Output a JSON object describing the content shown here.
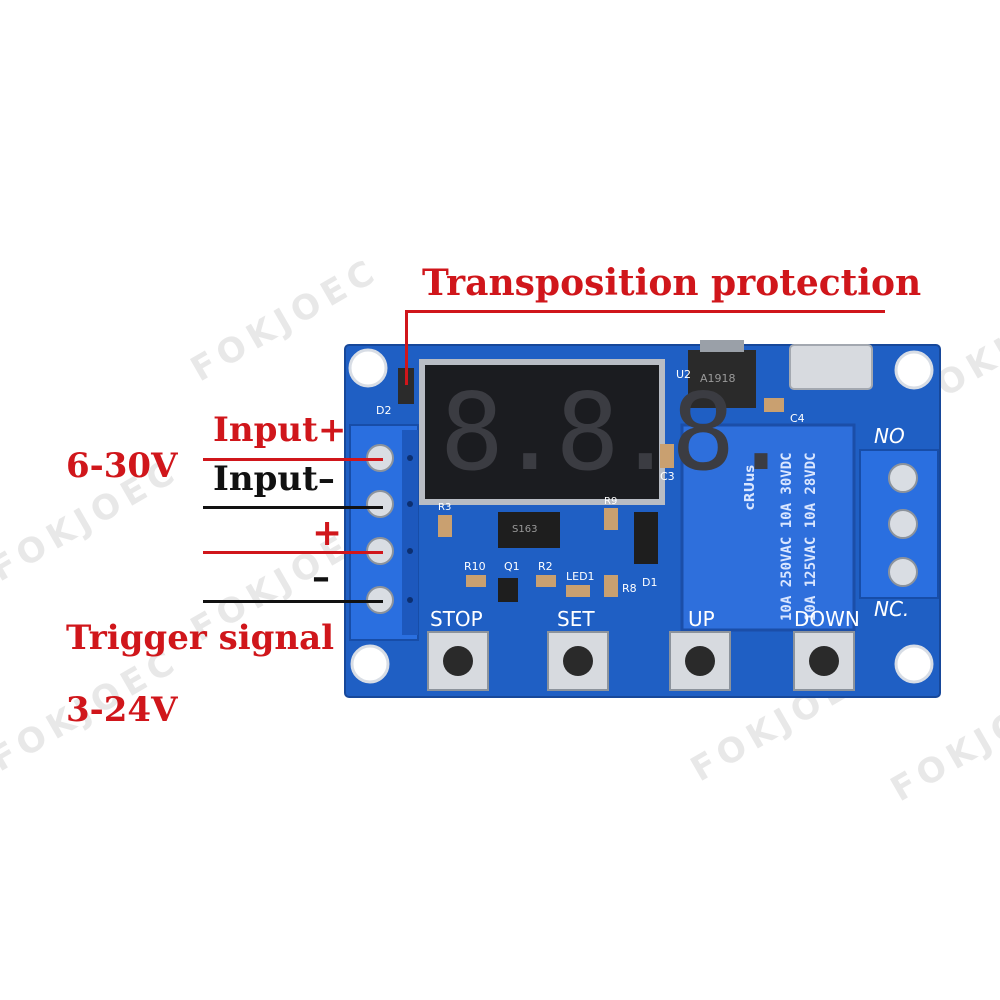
{
  "watermark": "FOKJOEC",
  "annotations": {
    "transposition": "Transposition protection",
    "input_plus": "Input+",
    "input_minus": "Input–",
    "voltage_in": "6-30V",
    "trigger_plus": "+",
    "trigger_minus": "–",
    "trigger_signal": "Trigger signal",
    "trigger_voltage": "3-24V"
  },
  "board": {
    "display_digits": "8.8.8.",
    "relay_lines": [
      "10A 250VAC 10A 30VDC",
      "10A 125VAC 10A 28VDC"
    ],
    "relay_mark": "cRUus",
    "terminal_no": "NO",
    "terminal_nc": "NC.",
    "buttons": [
      "STOP",
      "SET",
      "UP",
      "DOWN"
    ],
    "silkscreen": {
      "d2": "D2",
      "u2": "U2",
      "c3": "C3",
      "c4": "C4",
      "r3": "R3",
      "r9": "R9",
      "r10": "R10",
      "q1": "Q1",
      "r2": "R2",
      "led1": "LED1",
      "r8": "R8",
      "d1": "D1"
    },
    "chip_text": "S163",
    "regulator_text": "A1918"
  },
  "colors": {
    "pcb_blue": "#1f5fc4",
    "terminal_blue": "#2a6fe0",
    "annotation_red": "#d0161b",
    "annotation_black": "#111111"
  }
}
